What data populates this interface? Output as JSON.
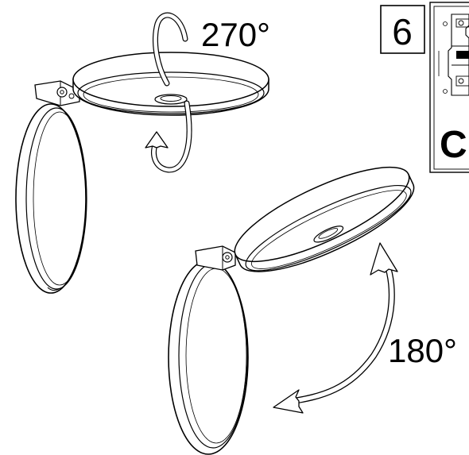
{
  "step": {
    "number": "6",
    "caption_fragment": "C"
  },
  "rotation": {
    "horizontal": {
      "angle_label": "270°",
      "degrees": 270
    },
    "vertical": {
      "angle_label": "180°",
      "degrees": 180
    }
  },
  "colors": {
    "line": "#000000",
    "background": "#ffffff",
    "shade": "#c8c8c8"
  }
}
